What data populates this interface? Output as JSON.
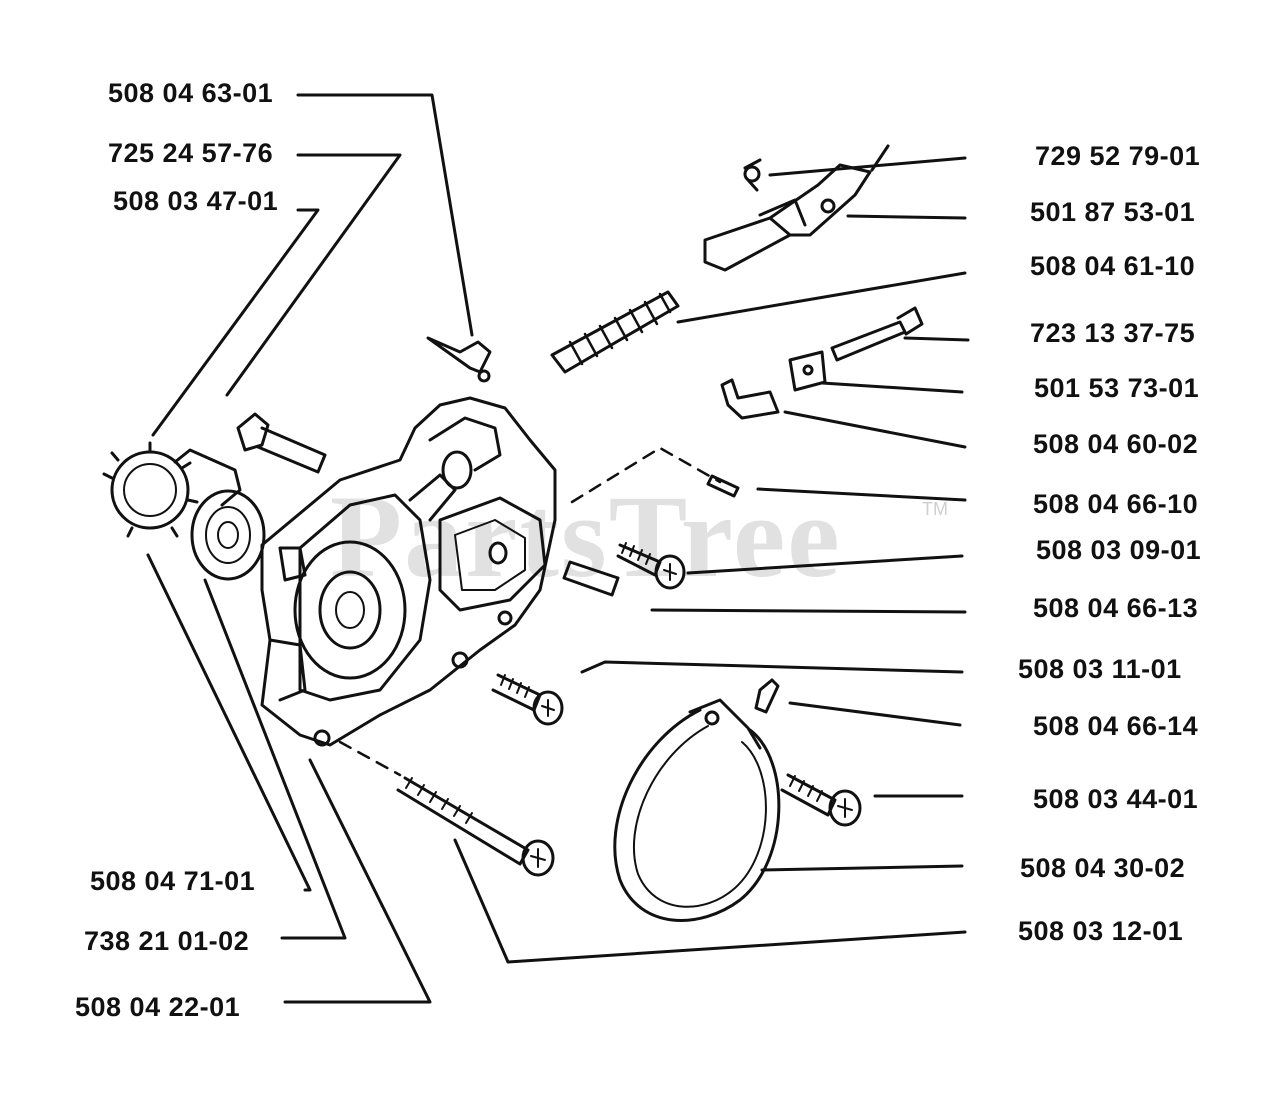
{
  "watermark": {
    "text": "PartsTree",
    "mark": "TM"
  },
  "labels_left": [
    "508 04 63-01",
    "725 24 57-76",
    "508 03 47-01",
    "508 04 71-01",
    "738 21 01-02",
    "508 04 22-01"
  ],
  "labels_right": [
    "729 52 79-01",
    "501 87 53-01",
    "508 04 61-10",
    "723 13 37-75",
    "501 53 73-01",
    "508 04 60-02",
    "508 04 66-10",
    "508 03 09-01",
    "508 04 66-13",
    "508 03 11-01",
    "508 04 66-14",
    "508 03 44-01",
    "508 04 30-02",
    "508 03 12-01"
  ]
}
